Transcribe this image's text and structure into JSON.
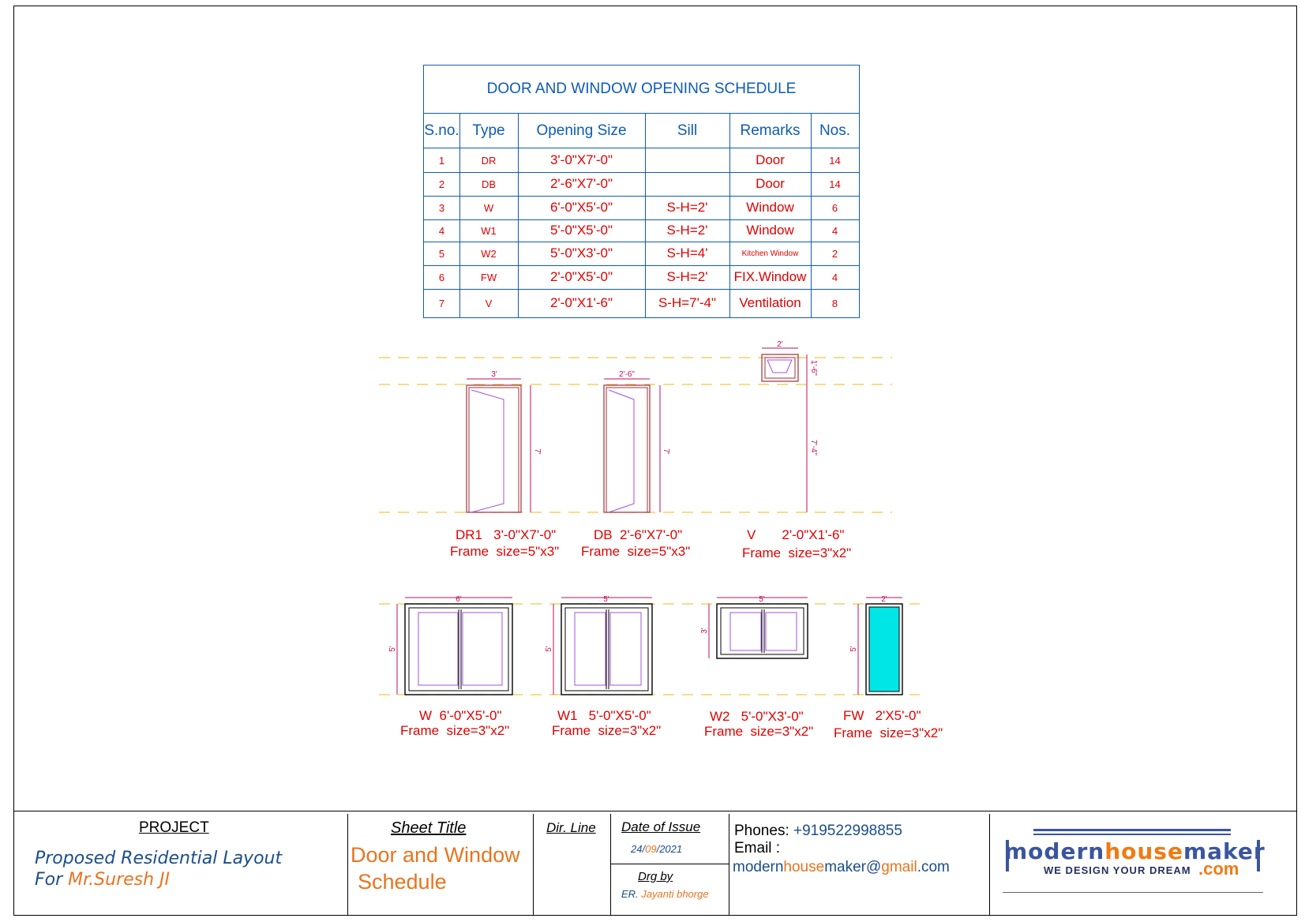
{
  "schedule": {
    "title": "DOOR  AND WINDOW OPENING SCHEDULE",
    "headers": [
      "S.no.",
      "Type",
      "Opening Size",
      "Sill",
      "Remarks",
      "Nos."
    ],
    "rows": [
      {
        "sno": "1",
        "type": "DR",
        "size": "3'-0\"X7'-0\"",
        "sill": "",
        "remarks": "Door",
        "nos": "14"
      },
      {
        "sno": "2",
        "type": "DB",
        "size": "2'-6\"X7'-0\"",
        "sill": "",
        "remarks": "Door",
        "nos": "14"
      },
      {
        "sno": "3",
        "type": "W",
        "size": "6'-0\"X5'-0\"",
        "sill": "S-H=2'",
        "remarks": "Window",
        "nos": "6"
      },
      {
        "sno": "4",
        "type": "W1",
        "size": "5'-0\"X5'-0\"",
        "sill": "S-H=2'",
        "remarks": "Window",
        "nos": "4"
      },
      {
        "sno": "5",
        "type": "W2",
        "size": "5'-0\"X3'-0\"",
        "sill": "S-H=4'",
        "remarks": "Kitchen Window",
        "nos": "2"
      },
      {
        "sno": "6",
        "type": "FW",
        "size": "2'-0\"X5'-0\"",
        "sill": "S-H=2'",
        "remarks": "FIX.Window",
        "nos": "4"
      },
      {
        "sno": "7",
        "type": "V",
        "size": "2'-0\"X1'-6\"",
        "sill": "S-H=7'-4\"",
        "remarks": "Ventilation",
        "nos": "8"
      }
    ]
  },
  "drawings": {
    "dims": {
      "dr_w": "3'",
      "dr_h": "7'",
      "db_w": "2'-6\"",
      "db_h": "7'",
      "v_w": "2'",
      "v_h": "1'-6\"",
      "v_sill": "7'-4\"",
      "w_w": "6'",
      "w_h": "5'",
      "w1_w": "5'",
      "w1_h": "5'",
      "w2_w": "5'",
      "w2_h": "3'",
      "fw_w": "2'",
      "fw_h": "5'"
    },
    "captions": {
      "dr": "DR1   3'-0\"X7'-0\"",
      "dr_frame": "Frame  size=5\"x3\"",
      "db": "DB  2'-6\"X7'-0\"",
      "db_frame": "Frame  size=5\"x3\"",
      "v": "V       2'-0\"X1'-6\"",
      "v_frame": "Frame  size=3\"x2\"",
      "w": "W  6'-0\"X5'-0\"",
      "w_frame": "Frame  size=3\"x2\"",
      "w1": "W1   5'-0\"X5'-0\"",
      "w1_frame": "Frame  size=3\"x2\"",
      "w2": "W2   5'-0\"X3'-0\"",
      "w2_frame": "Frame  size=3\"x2\"",
      "fw": "FW   2'X5'-0\"",
      "fw_frame": "Frame  size=3\"x2\""
    },
    "colors": {
      "dim": "#c0105a",
      "panel": "#a050e0",
      "guide": "#f4c542",
      "glass": "#00e6e6"
    }
  },
  "titleblock": {
    "project_label": "PROJECT",
    "project_line1": "Proposed Residential Layout",
    "project_line2_prefix": "For ",
    "project_line2_name": "Mr.Suresh JI",
    "sheet_title_label": "Sheet Title",
    "sheet_title_1": "Door and Window",
    "sheet_title_2": "Schedule",
    "dir_line_label": "Dir. Line",
    "date_label": "Date of Issue",
    "date_d": "24",
    "date_m": "09",
    "date_y": "2021",
    "drg_label": "Drg by",
    "drg_prefix": "ER.",
    "drg_name": "Jayanti bhorge",
    "phones_label": "Phones:",
    "phone": "+919522998855",
    "email_label": "Email :",
    "email_a": "modern",
    "email_b": "house",
    "email_c": "maker@",
    "email_d": "gmail",
    "email_e": ".com"
  },
  "logo": {
    "part1": "modern",
    "part2": "house",
    "part3": "maker",
    "tagline": "WE DESIGN YOUR DREAM",
    "com": ".com"
  }
}
